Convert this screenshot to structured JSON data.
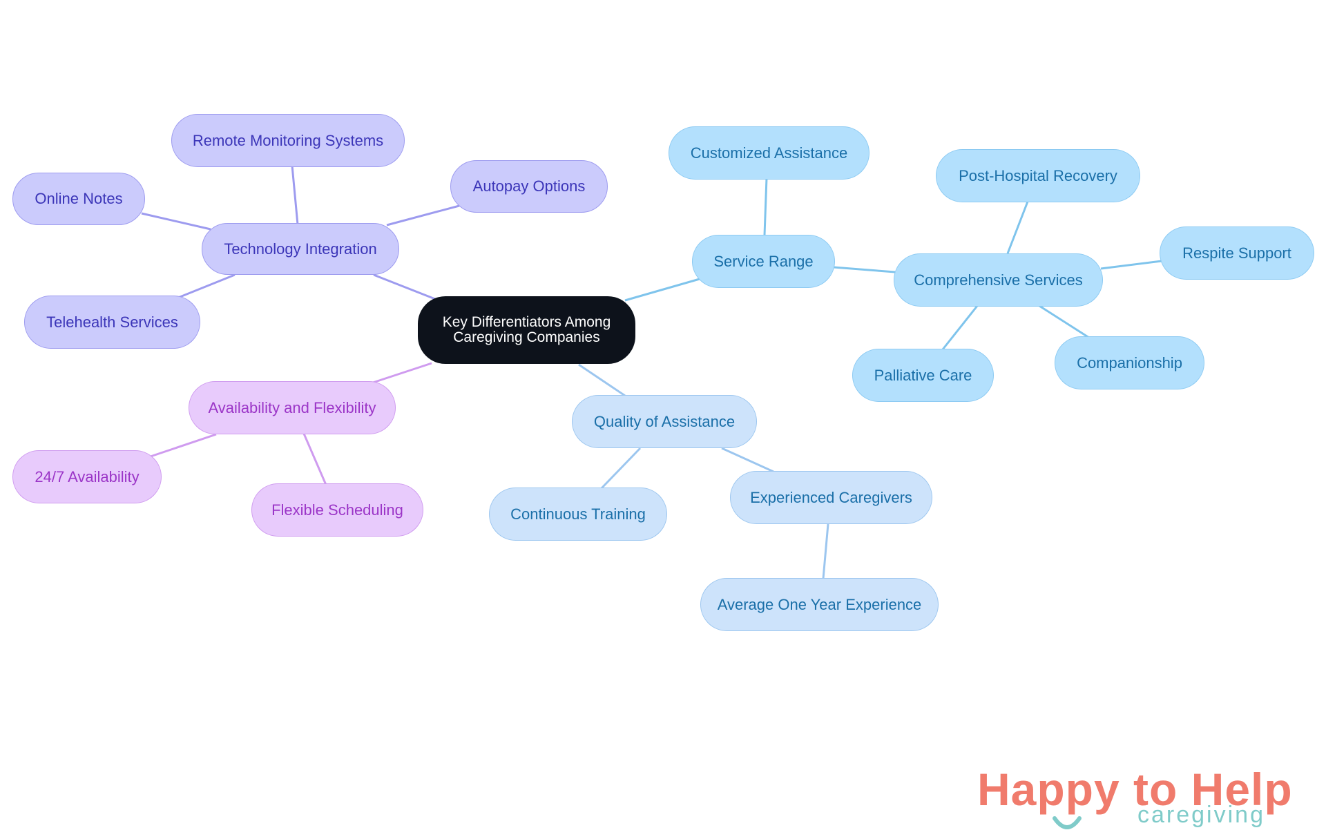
{
  "diagram": {
    "root": "Key Differentiators Among Caregiving Companies",
    "technology_integration": {
      "label": "Technology Integration",
      "children": [
        "Remote Monitoring Systems",
        "Autopay Options",
        "Online Notes",
        "Telehealth Services"
      ]
    },
    "availability_flexibility": {
      "label": "Availability and Flexibility",
      "children": [
        "24/7 Availability",
        "Flexible Scheduling"
      ]
    },
    "service_range": {
      "label": "Service Range",
      "children": [
        "Customized Assistance"
      ],
      "comprehensive_services": {
        "label": "Comprehensive Services",
        "children": [
          "Post-Hospital Recovery",
          "Respite Support",
          "Palliative Care",
          "Companionship"
        ]
      }
    },
    "quality_of_assistance": {
      "label": "Quality of Assistance",
      "children": [
        "Continuous Training"
      ],
      "experienced_caregivers": {
        "label": "Experienced Caregivers",
        "children": [
          "Average One Year Experience"
        ]
      }
    }
  },
  "logo": {
    "main": "Happy to Help",
    "sub": "caregiving",
    "coral": "#f07b6c",
    "teal": "#7fcbc9"
  },
  "colors": {
    "root": "#0d121b",
    "technology": "#cbcbfc",
    "availability": "#e8cbfc",
    "service": "#b3e0fd",
    "quality": "#cde3fb"
  }
}
